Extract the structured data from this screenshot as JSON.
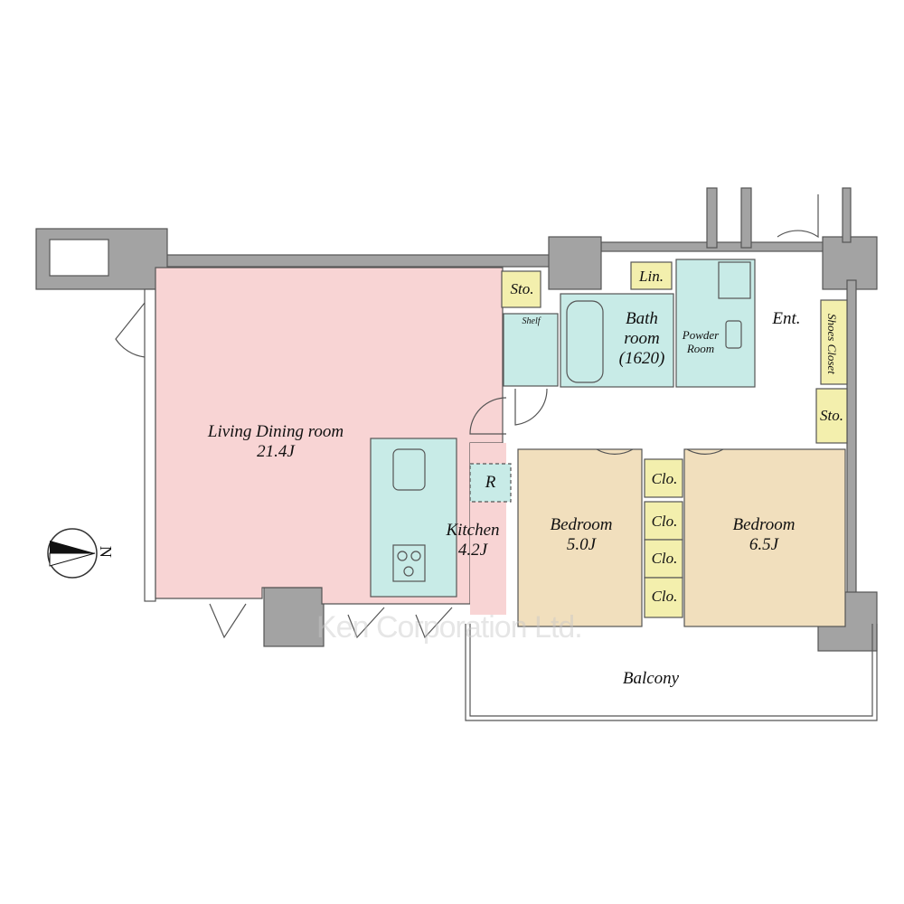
{
  "rooms": {
    "living": {
      "name": "Living Dining room",
      "size": "21.4J"
    },
    "kitchen": {
      "name": "Kitchen",
      "size": "4.2J"
    },
    "bedroom1": {
      "name": "Bedroom",
      "size": "5.0J"
    },
    "bedroom2": {
      "name": "Bedroom",
      "size": "6.5J"
    },
    "bath": {
      "line1": "Bath",
      "line2": "room",
      "line3": "(1620)"
    },
    "powder": {
      "line1": "Powder",
      "line2": "Room"
    },
    "entrance": "Ent.",
    "shoes_closet": "Shoes Closet",
    "storage_top": "Sto.",
    "storage_ent": "Sto.",
    "linen": "Lin.",
    "shelf": "Shelf",
    "refrigerator": "R",
    "closets": [
      "Clo.",
      "Clo.",
      "Clo.",
      "Clo."
    ],
    "balcony": "Balcony"
  },
  "compass": "N",
  "watermark": "Ken Corporation Ltd.",
  "colors": {
    "living": "#f8d4d4",
    "bedroom": "#f1dfbd",
    "wet": "#c8ebe7",
    "storage": "#f3efad",
    "wall": "#a3a3a3"
  }
}
